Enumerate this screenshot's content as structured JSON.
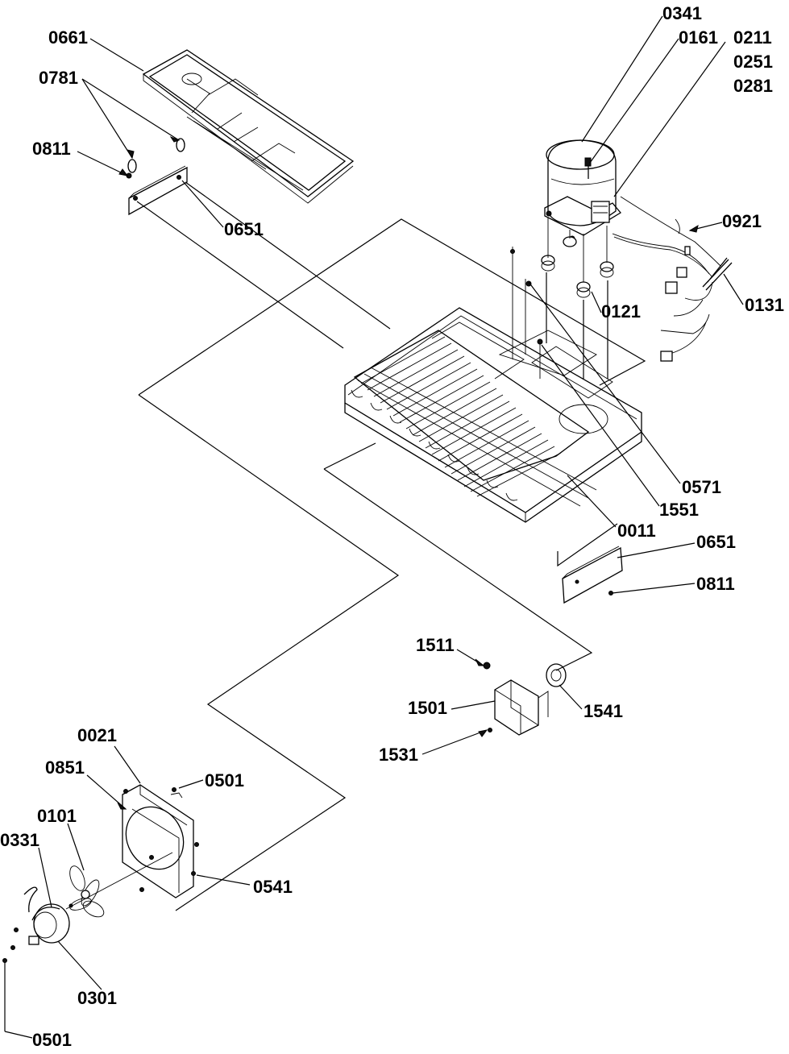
{
  "callouts": {
    "c0661": "0661",
    "c0781": "0781",
    "c0811a": "0811",
    "c0651a": "0651",
    "c0341": "0341",
    "c0161": "0161",
    "c0211": "0211",
    "c0251": "0251",
    "c0281": "0281",
    "c0921": "0921",
    "c0121": "0121",
    "c0131": "0131",
    "c0571": "0571",
    "c1551": "1551",
    "c0011": "0011",
    "c0651b": "0651",
    "c0811b": "0811",
    "c1511": "1511",
    "c1501": "1501",
    "c1541": "1541",
    "c1531": "1531",
    "c0021": "0021",
    "c0851": "0851",
    "c0501a": "0501",
    "c0101": "0101",
    "c0331": "0331",
    "c0541": "0541",
    "c0301": "0301",
    "c0501b": "0501"
  }
}
